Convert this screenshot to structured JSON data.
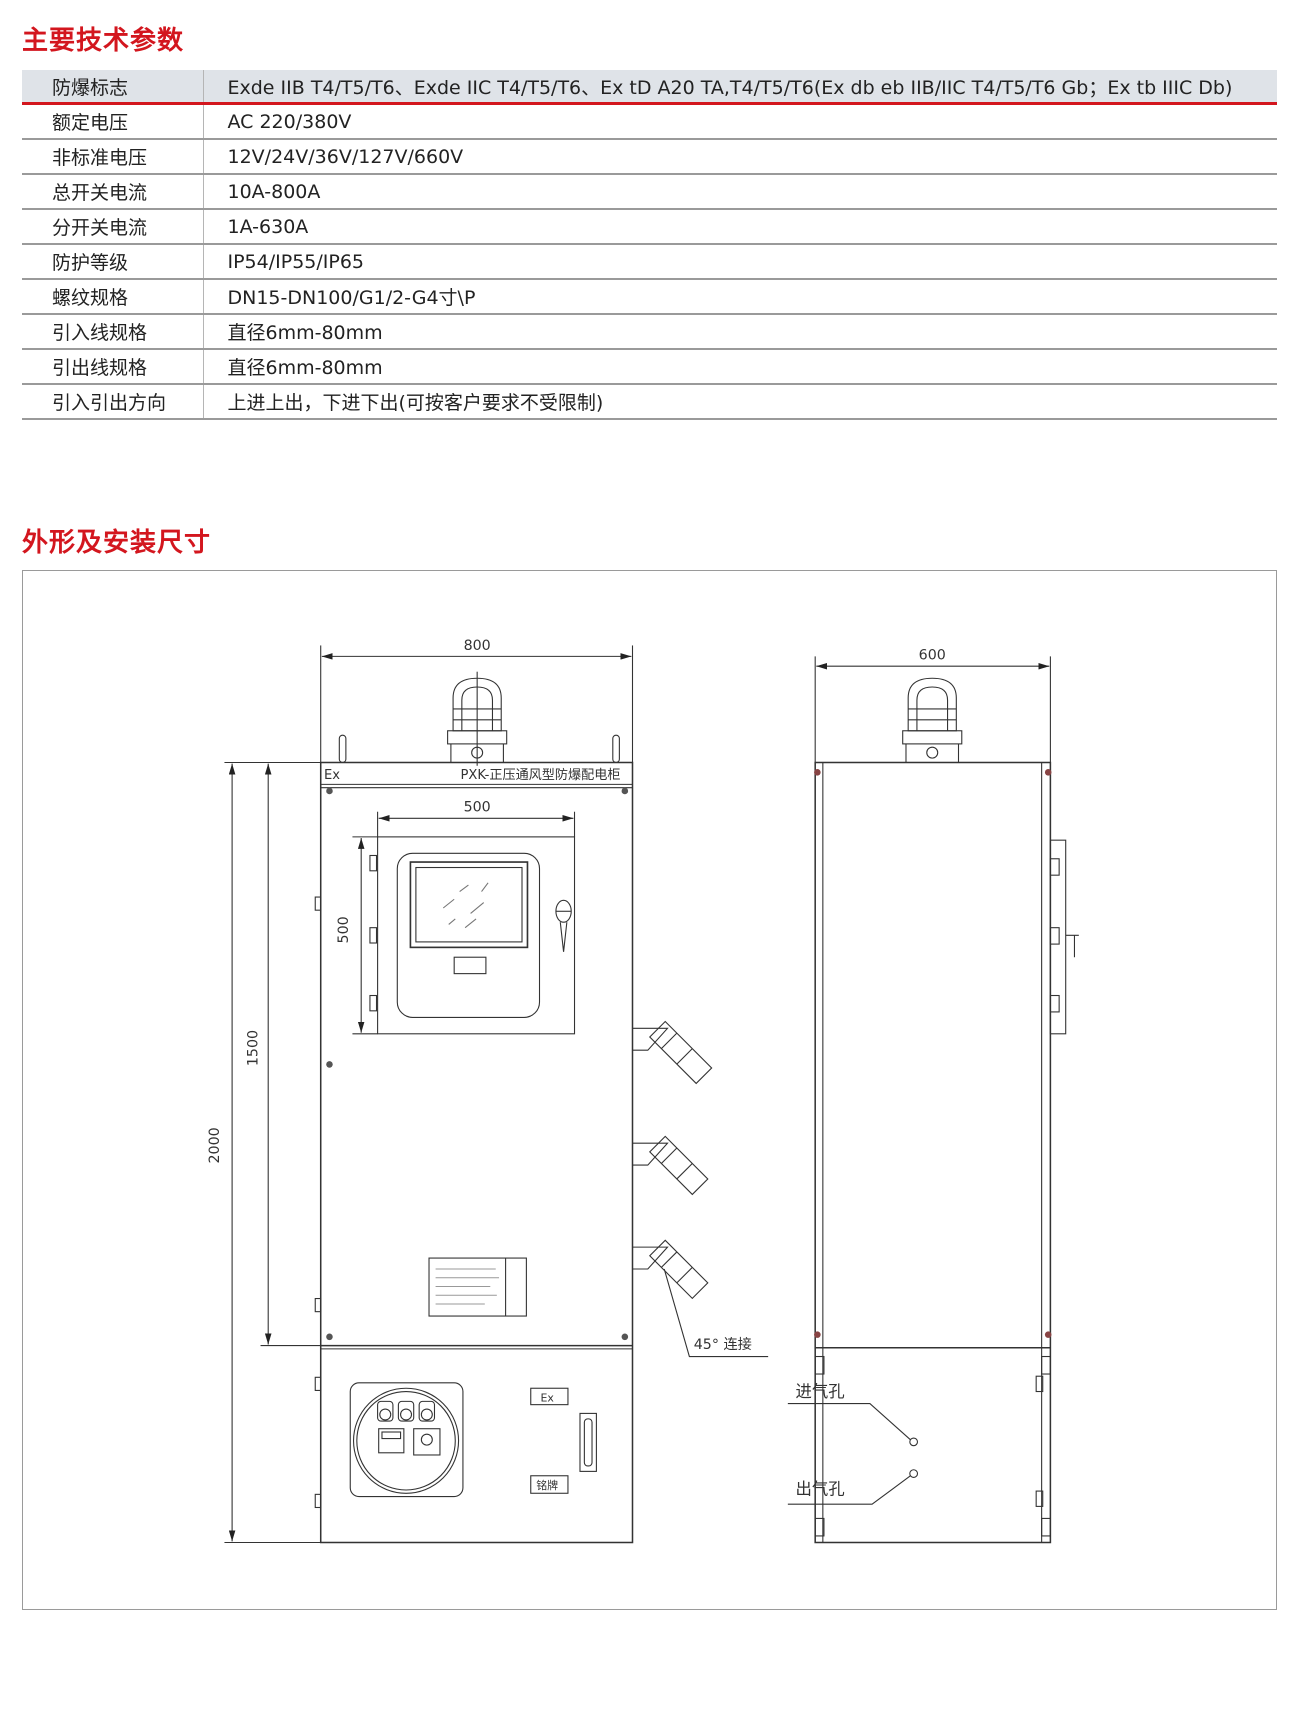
{
  "sections": {
    "specs_title": "主要技术参数",
    "drawing_title": "外形及安装尺寸"
  },
  "specs": {
    "header": {
      "label": "防爆标志",
      "value": "Exde IIB T4/T5/T6、Exde IIC T4/T5/T6、Ex tD  A20 TA,T4/T5/T6(Ex db eb IIB/IIC T4/T5/T6 Gb；Ex tb IIIC Db)"
    },
    "rows": [
      {
        "label": "额定电压",
        "value": "AC 220/380V"
      },
      {
        "label": "非标准电压",
        "value": "12V/24V/36V/127V/660V"
      },
      {
        "label": "总开关电流",
        "value": "10A-800A"
      },
      {
        "label": "分开关电流",
        "value": "1A-630A"
      },
      {
        "label": "防护等级",
        "value": "IP54/IP55/IP65"
      },
      {
        "label": "螺纹规格",
        "value": "DN15-DN100/G1/2-G4寸\\P"
      },
      {
        "label": "引入线规格",
        "value": "直径6mm-80mm"
      },
      {
        "label": "引出线规格",
        "value": "直径6mm-80mm"
      },
      {
        "label": "引入引出方向",
        "value": "上进上出，下进下出(可按客户要求不受限制)"
      }
    ]
  },
  "drawing": {
    "front": {
      "width_dim": "800",
      "panel_width_dim": "500",
      "panel_height_dim": "500",
      "door_height_dim": "1500",
      "total_height_dim": "2000",
      "ex_mark": "Ex",
      "model_label": "PXK-正压通风型防爆配电柜",
      "ex_plate": "Ex",
      "nameplate": "铭牌",
      "gland_note": "45° 连接"
    },
    "side": {
      "depth_dim": "600",
      "air_inlet": "进气孔",
      "air_outlet": "出气孔"
    }
  },
  "colors": {
    "accent": "#d3161e",
    "header_bg": "#dfe3e8",
    "line": "#333333"
  }
}
